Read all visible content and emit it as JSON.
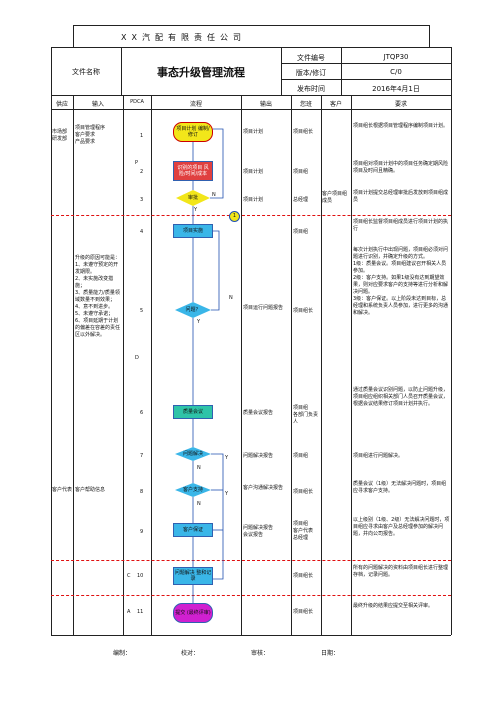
{
  "header": {
    "company": "XX汽配有限责任公司",
    "file_name_label": "文件名称",
    "doc_title": "事态升级管理流程",
    "file_no_label": "文件编号",
    "file_no": "JTQP30",
    "version_label": "版本/修订",
    "version": "C/0",
    "date_label": "发布时间",
    "date": "2016年4月1日"
  },
  "columns": [
    "供应",
    "输入",
    "PDCA",
    "流程",
    "输出",
    "您班",
    "客户",
    "要求"
  ],
  "pdca": [
    "P",
    "D",
    "C",
    "A"
  ],
  "rows": [
    {
      "no": "1",
      "supply": "市场部\n研发部",
      "input": "项目管理程序\n客户要求\n产品要求",
      "step": "项目计划\n编制/修订",
      "output": "项目计划",
      "resp": "项目组长",
      "customer": "",
      "req": "项目组长根据项目管理程序编制项目计划。"
    },
    {
      "no": "2",
      "step": "识别的项目\n风险/时间/成本",
      "output": "项目计划",
      "resp": "项目组",
      "req": "项目组对项目计划中的项目任务确定期风险项目及时间且精确。"
    },
    {
      "no": "3",
      "step": "审批",
      "output": "项目计划",
      "resp": "总经理",
      "customer": "客户项目组成员",
      "req": "项目计划提交总经理审批后发放到项目组成员"
    },
    {
      "no": "4",
      "step": "项目实施",
      "resp": "项目组",
      "req": "项目组长监督项目组成员进行项目计划的执行"
    },
    {
      "no": "5",
      "input": "升级的原因可能是：\n1、未遵守预定的开发期限。\n2、未实施改变措施；\n3、质量能力/质量领域数量不到效果；\n4、意不到进步。\n5、未遵守承诺；\n6、项目延期于计划的偏差在容差的责任区以外解决。",
      "step": "问题？",
      "output": "项目运行问题报告",
      "resp": "项目组长",
      "req": "每次计划执行中出现问题，项目组必须对问题进行识别，并确定升级的方式。\n1级：质量会议。项目组建议召开相关人员参加。\n2级：客户支持。如果1级没有达到期望效果，则对应要求客户的支持等进行分析和解决问题。\n3级：客户保证。以上阶段未达到目标，总经理和系统负责人员参加，进行更多的沟通和解决。"
    },
    {
      "no": "6",
      "step": "质量会议",
      "output": "质量会议报告",
      "resp": "项目组\n各部门负责人",
      "req": "通过质量会议识别问题，以防止问题升级，项目组应组织相关部门人员召开质量会议，根据会议结果修订项目计划并执行。"
    },
    {
      "no": "7",
      "step": "问题解决",
      "output": "问题解决报告",
      "resp": "项目组",
      "req": "项目组进行问题解决。"
    },
    {
      "no": "8",
      "supply": "客户代表",
      "input": "客户帮助信息",
      "step": "客户支持",
      "output": "客户沟通解决报告",
      "resp": "项目组长",
      "req": "质量会议（1级）无法解决问题时，项目组应寻求客户支持。"
    },
    {
      "no": "9",
      "step": "客户保证",
      "output": "问题解决报告\n会议报告",
      "resp": "项目组\n客户代表\n总经理",
      "req": "以上级别（1级、2级）无法解决问题时，项目组应寻求由客户及总经理参加的解决问题，并向公司报告。"
    },
    {
      "no": "10",
      "step": "问题解决\n整和记录",
      "resp": "项目组长",
      "req": "所有的问题解决的资料由项目组长进行整理存档，记录问题。"
    },
    {
      "no": "11",
      "step": "提交\n(最终评审)",
      "resp": "项目组长",
      "req": "最终升级的结果应提交至相关评审。"
    }
  ],
  "flow_labels": {
    "yes": "Y",
    "no": "N",
    "conn": "1"
  },
  "footer": {
    "prepared": "编制：",
    "reviewed": "校对：",
    "approved": "审核：",
    "date": "日期："
  }
}
